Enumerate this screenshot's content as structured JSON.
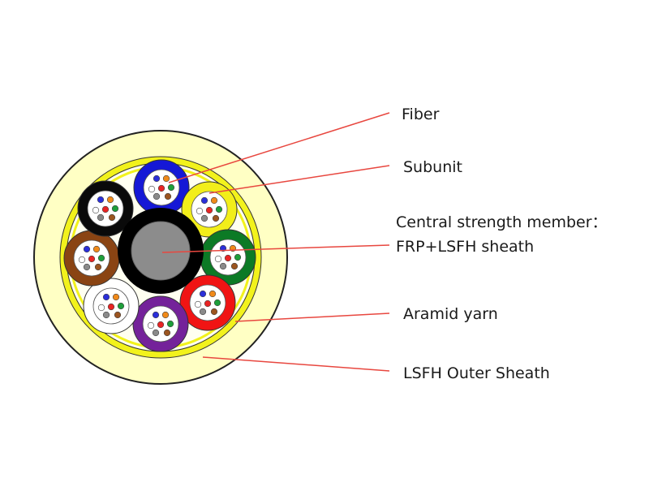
{
  "labels": {
    "fiber": "Fiber",
    "subunit": "Subunit",
    "central_line1": "Central strength member：",
    "central_line2": "FRP+LSFH sheath",
    "aramid": "Aramid yarn",
    "outer_sheath": "LSFH Outer Sheath"
  },
  "colors": {
    "outer_sheath": "#ffffc4",
    "yellow_rings": "#f2f21c",
    "aramid_fill": "#ffffff",
    "central_core": "#8c8c8c",
    "central_jacket": "#000000",
    "leader_lines": "#e8473f"
  },
  "subunits": [
    {
      "color": "blue",
      "hex": "#1518d6"
    },
    {
      "color": "yellow",
      "hex": "#f2ee1a"
    },
    {
      "color": "green",
      "hex": "#0c7a25"
    },
    {
      "color": "red",
      "hex": "#f01414"
    },
    {
      "color": "violet",
      "hex": "#74229a"
    },
    {
      "color": "white",
      "hex": "#ffffff"
    },
    {
      "color": "brown",
      "hex": "#8a4413"
    },
    {
      "color": "black",
      "hex": "#0a0a0a"
    }
  ],
  "fiber_colors": [
    "#2b2fd9",
    "#f08a1a",
    "#1e9e3a",
    "#9b5520",
    "#8a8a8a",
    "#ffffff",
    "#e82424",
    "#111111"
  ]
}
